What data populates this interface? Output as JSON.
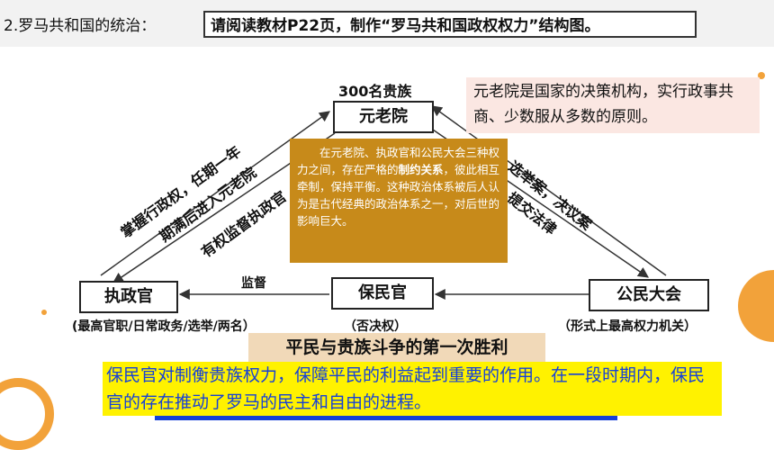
{
  "header": {
    "heading": "2.罗马共和国的统治：",
    "task": "请阅读教材P22页，制作“罗马共和国政权权力”结构图。"
  },
  "nodes": {
    "senate": {
      "label": "元老院",
      "above": "300名贵族"
    },
    "consul": {
      "label": "执政官",
      "below": "(最高官职/日常政务/选举/两名）"
    },
    "tribune": {
      "label": "保民官",
      "below": "（否决权）"
    },
    "assembly": {
      "label": "公民大会",
      "below": "（形式上最高权力机关）"
    }
  },
  "edges": {
    "consul_to_senate_1": "掌握行政权，任期一年",
    "consul_to_senate_2": "期满后进入元老院",
    "senate_to_consul": "有权监督执政官",
    "assembly_to_senate_1": "选举案，决议案",
    "assembly_to_senate_2": "提交法律",
    "tribune_to_consul": "监督"
  },
  "notes": {
    "senate_note": "元老院是国家的决策机构，实行政事共商、少数服从多数的原则。",
    "balance_pre": "在元老院、执政官和公民大会三种权力之间，存在严格的",
    "balance_bold": "制约关系",
    "balance_post": "，彼此相互牵制，保持平衡。这种政治体系被后人认为是古代经典的政治体系之一，对后世的影响巨大。"
  },
  "conclusion": {
    "title": "平民与贵族斗争的第一次胜利",
    "text": "保民官对制衡贵族权力，保障平民的利益起到重要的作用。在一段时期内，保民官的存在推动了罗马的民主和自由的进程。"
  },
  "colors": {
    "accent_orange": "#f2a23a",
    "note_brown": "#c78a1a",
    "highlight": "#fff200",
    "text_blue": "#1540d8",
    "pink": "#fbe7e2"
  }
}
